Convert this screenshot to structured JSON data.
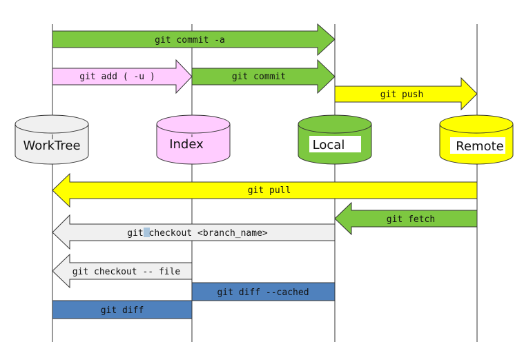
{
  "stores": [
    {
      "label": "WorkTree",
      "fill": "#f0f0f0",
      "name": "worktree-cylinder"
    },
    {
      "label": "Index",
      "fill": "#ffccff",
      "name": "index-cylinder"
    },
    {
      "label": "Local",
      "fill": "#7dc840",
      "name": "local-cylinder"
    },
    {
      "label": "Remote",
      "fill": "#ffff00",
      "name": "remote-cylinder"
    }
  ],
  "commands": {
    "commit_a": "git commit -a",
    "add": "git add ( -u )",
    "commit": "git commit",
    "push": "git push",
    "pull": "git pull",
    "fetch": "git fetch",
    "checkout_branch": "git checkout <branch_name>",
    "checkout_file": "git checkout -- file",
    "diff_cached": "git diff --cached",
    "diff": "git diff"
  },
  "colors": {
    "green": "#7dc840",
    "pink": "#ffccff",
    "yellow": "#ffff00",
    "gray": "#f0f0f0",
    "blue": "#4f81bd",
    "line": "#333333"
  }
}
